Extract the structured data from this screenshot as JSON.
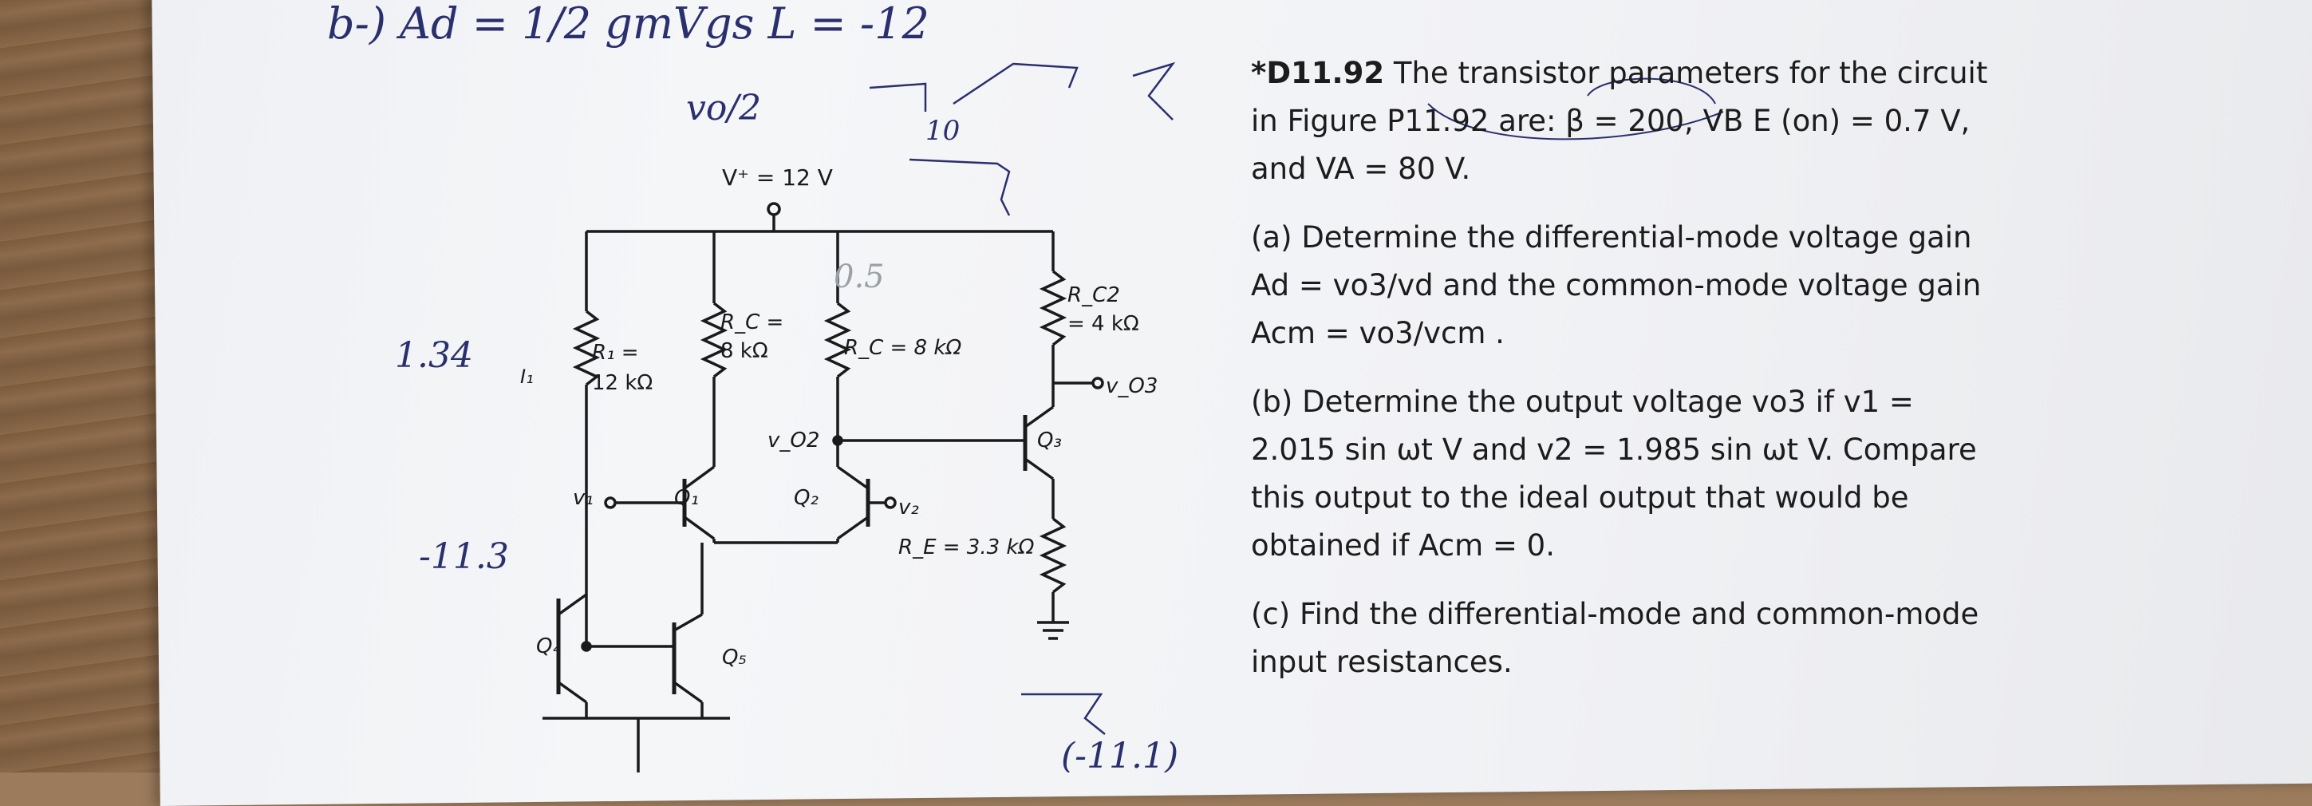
{
  "problem": {
    "id": "*D11.92",
    "intro_lines": [
      "The transistor parameters for the circuit",
      "in Figure P11.92 are: β = 200, VB E (on) = 0.7 V,",
      "and VA = 80 V."
    ],
    "parts": [
      {
        "label": "(a)",
        "lines": [
          "Determine the differential-mode voltage gain",
          "Ad = vo3/vd and the common-mode voltage gain",
          "Acm = vo3/vcm ."
        ]
      },
      {
        "label": "(b)",
        "lines": [
          "Determine the output voltage vo3 if v1 =",
          "2.015 sin ωt V and v2 = 1.985 sin ωt V. Compare",
          "this output to the ideal output that would be",
          "obtained if Acm = 0."
        ]
      },
      {
        "label": "(c)",
        "lines": [
          "Find the differential-mode and common-mode",
          "input resistances."
        ]
      }
    ]
  },
  "circuit": {
    "supply": "V⁺ = 12 V",
    "r1": "R₁ =",
    "r1_value": "12 kΩ",
    "i1": "I₁",
    "rc_left": "R_C =",
    "rc_left_value": "8 kΩ",
    "rc_right": "R_C = 8 kΩ",
    "rc2": "R_C2",
    "rc2_value": "= 4 kΩ",
    "re": "R_E = 3.3 kΩ",
    "v1": "v₁",
    "v2": "v₂",
    "vo2": "v_O2",
    "vo3": "v_O3",
    "q1": "Q₁",
    "q2": "Q₂",
    "q3": "Q₃",
    "q4": "Q₄",
    "q5": "Q₅"
  },
  "handwriting": {
    "top_equation": "b-)  Ad = 1/2 gmVgs L = -12",
    "vo12": "vo/2",
    "ten": "10",
    "current_note": "1.34",
    "minus_note": "-11.3",
    "faint_note": "0.5",
    "bottom_note": "(-11.1)"
  }
}
